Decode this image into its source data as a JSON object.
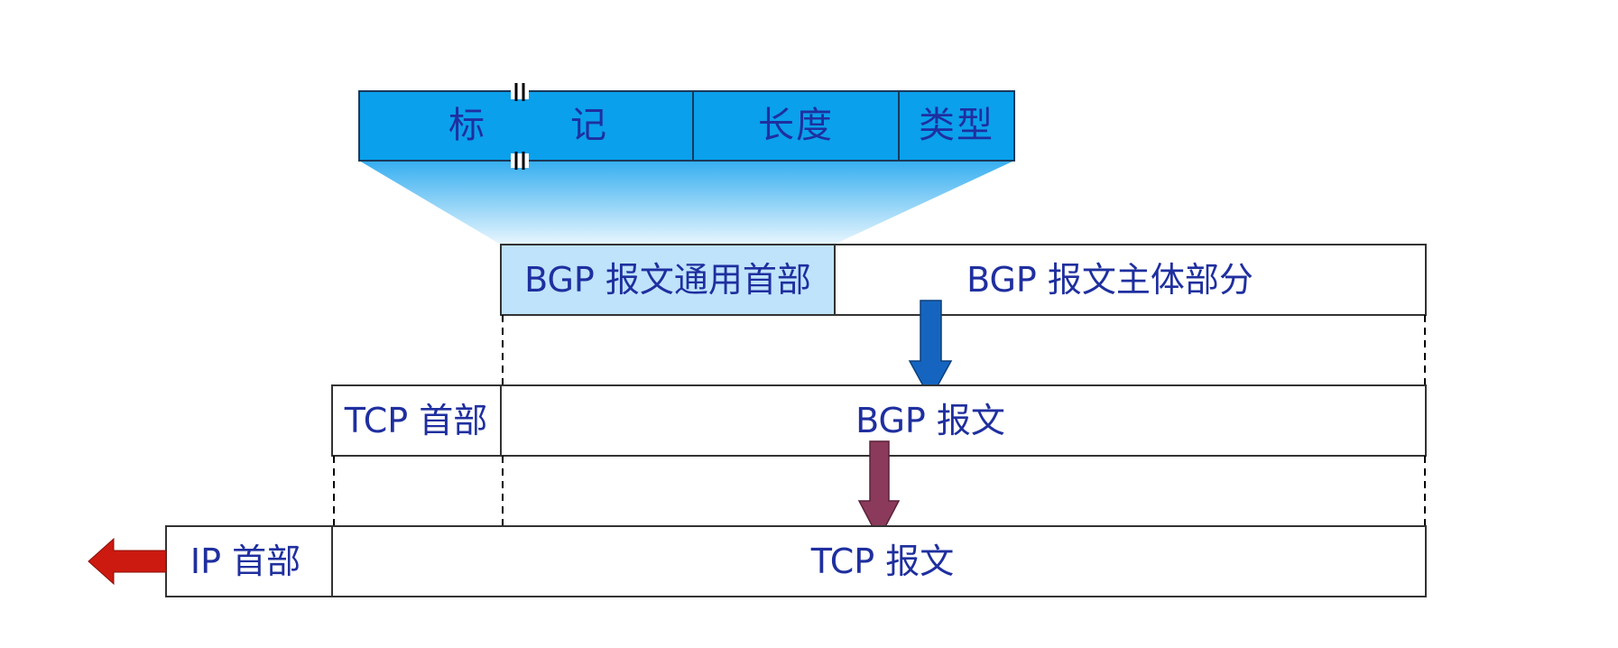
{
  "header": {
    "marker": "标  记",
    "marker_left": "标",
    "marker_right": "记",
    "length": "长度",
    "type": "类型"
  },
  "bgp_message": {
    "common_header": "BGP 报文通用首部",
    "body": "BGP 报文主体部分"
  },
  "tcp_segment": {
    "header": "TCP 首部",
    "payload": "BGP 报文"
  },
  "ip_datagram": {
    "header": "IP 首部",
    "payload": "TCP 报文"
  },
  "colors": {
    "header_fill": "#0aa0ec",
    "header_gradient_top": "#35aef0",
    "common_header_fill": "#bfe3fb",
    "text": "#1f2f9f",
    "arrow_blue": "#1565c0",
    "arrow_purple": "#8b3a5c",
    "arrow_red": "#cc1a10"
  }
}
